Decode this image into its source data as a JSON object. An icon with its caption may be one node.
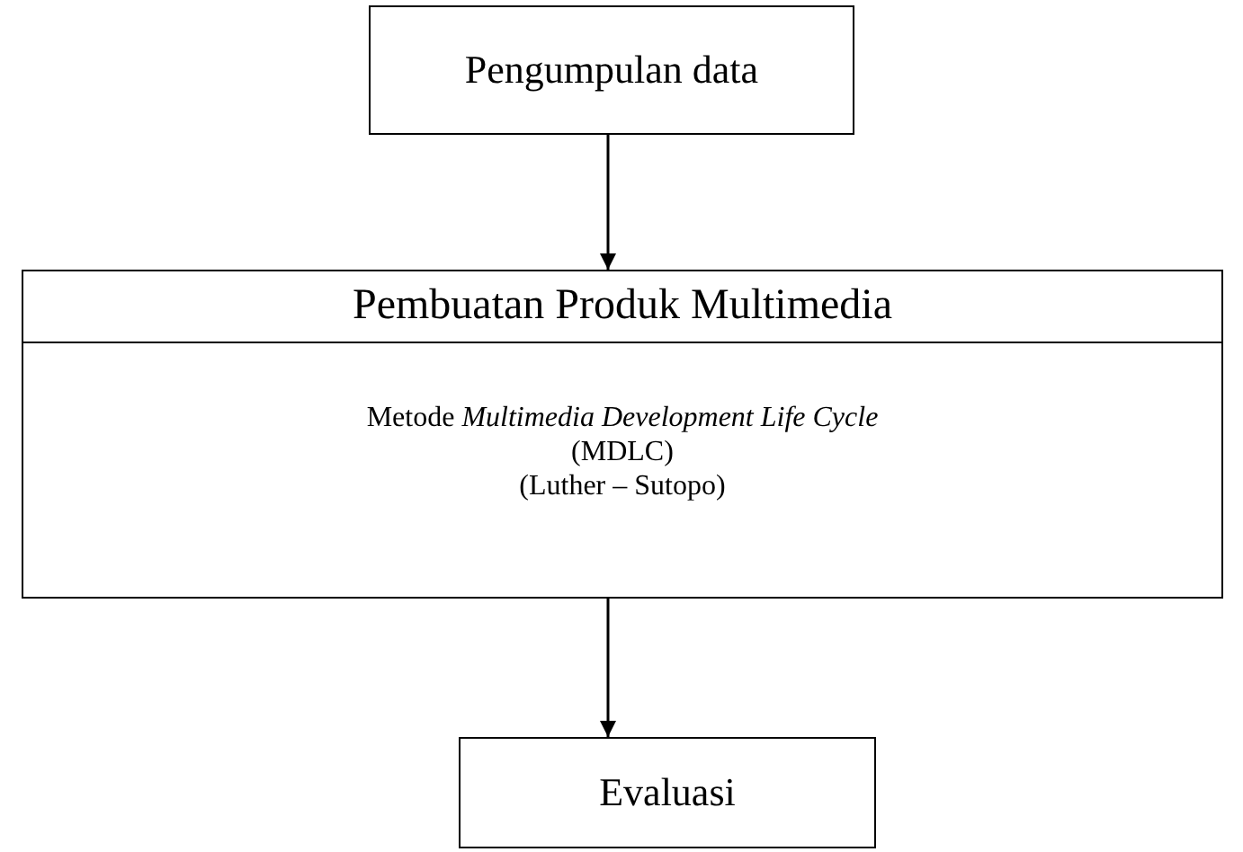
{
  "diagram": {
    "nodes": [
      {
        "text": [
          "Pengumpulan data"
        ]
      },
      {
        "text": [
          "Pembuatan Produk Multimedia",
          "Metode *Multimedia Development Life Cycle*",
          "(MDLC)",
          "(Luther – Sutopo)"
        ]
      },
      {
        "text": [
          "Evaluasi"
        ]
      }
    ],
    "edges": [
      {
        "from": 0,
        "to": 1,
        "arrow": "to"
      },
      {
        "from": 1,
        "to": 2,
        "arrow": "to"
      }
    ]
  }
}
